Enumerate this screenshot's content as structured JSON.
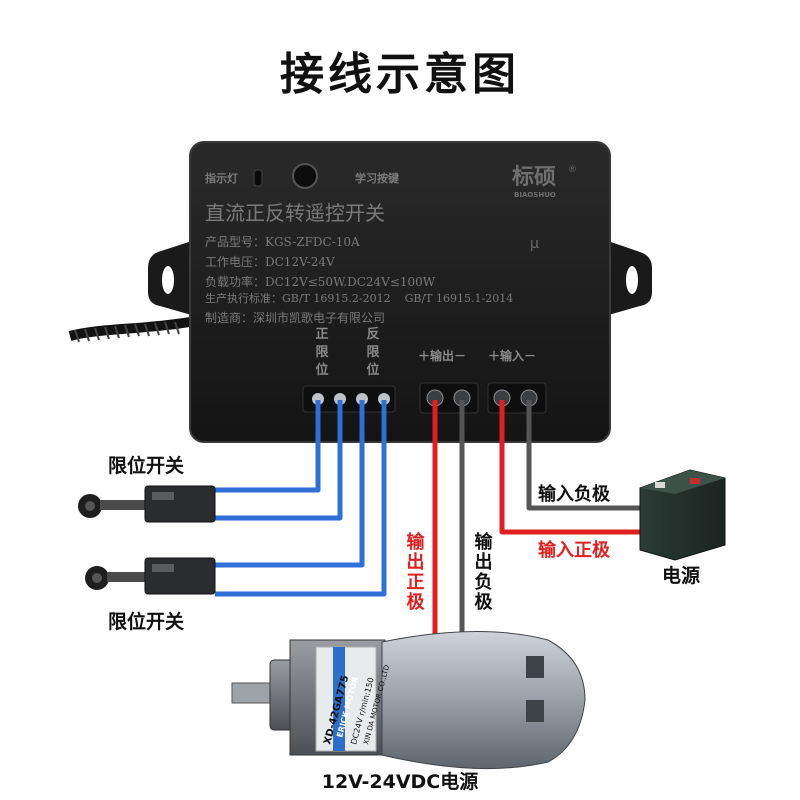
{
  "page": {
    "title": "接线示意图"
  },
  "controller": {
    "indicator_label": "指示灯",
    "learn_button_label": "学习按键",
    "brand_cn": "标硕",
    "brand_en": "BIAOSHUO",
    "product_name": "直流正反转遥控开关",
    "model_line": "产品型号：KGS-ZFDC-10A",
    "voltage_line": "工作电压：DC12V-24V",
    "load_line": "负载功率：DC12V≤50W.DC24V≤100W",
    "standard_line": "生产执行标准：GB/T 16915.2-2012    GB/T 16915.1-2014",
    "maker_line": "制造商：深圳市凯歌电子有限公司",
    "terminal_fwd_limit": [
      "正",
      "限",
      "位"
    ],
    "terminal_rev_limit": [
      "反",
      "限",
      "位"
    ],
    "output_header": "＋输出－",
    "input_header": "＋输入－"
  },
  "labels": {
    "limit_switch_top": "限位开关",
    "limit_switch_bottom": "限位开关",
    "input_negative": "输入负极",
    "input_positive": "输入正极",
    "output_positive": "输出正极",
    "output_negative": "输出负极",
    "power_source": "电源",
    "motor_caption": "12V-24VDC电源"
  },
  "motor": {
    "label_lines": [
      "XD-42GA775",
      "DC24V r/min:150",
      "XIN DA MOTOR CO.,LTD"
    ],
    "brand_strip": "ERICK MOTOR"
  },
  "colors": {
    "limit_wire": "#2f6fd8",
    "positive_wire": "#e02020",
    "negative_wire": "#555555",
    "label_red": "#e02020",
    "box_body": "#1c1c1c",
    "box_text": "#7a7a7a"
  }
}
